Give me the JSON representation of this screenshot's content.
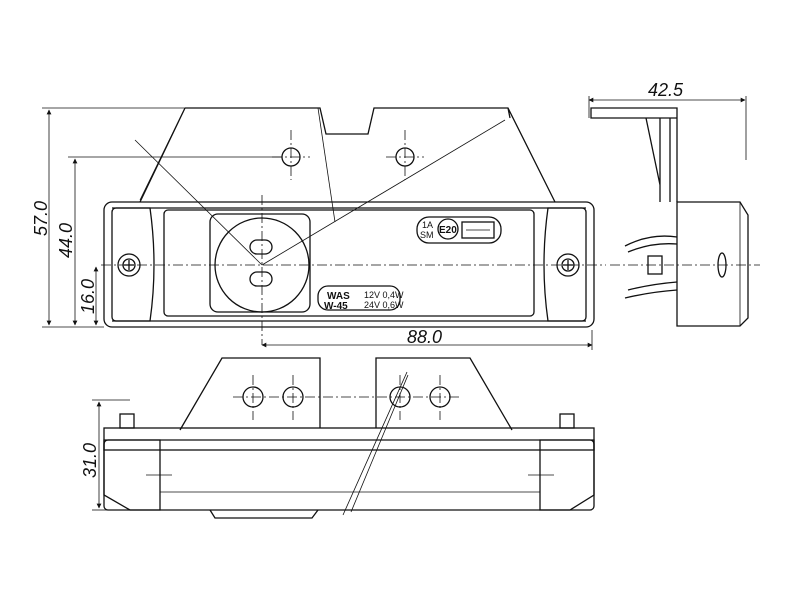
{
  "dimensions": {
    "d57": "57.0",
    "d44": "44.0",
    "d16": "16.0",
    "d88": "88.0",
    "d425": "42.5",
    "d31": "31.0"
  },
  "markings": {
    "left_model": "WAS",
    "left_code": "W-45",
    "power_12": "12V 0,4W",
    "power_24": "24V 0,6W",
    "approval_1": "1A",
    "approval_2": "SM",
    "approval_mark": "E20"
  }
}
